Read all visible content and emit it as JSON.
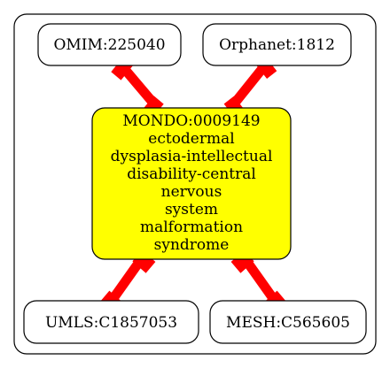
{
  "diagram": {
    "center_node": {
      "lines": [
        "MONDO:0009149",
        "ectodermal",
        "dysplasia-intellectual",
        "disability-central",
        "nervous",
        "system",
        "malformation",
        "syndrome"
      ],
      "fill_color": "#ffff00"
    },
    "nodes": {
      "omim": {
        "label": "OMIM:225040"
      },
      "orphanet": {
        "label": "Orphanet:1812"
      },
      "umls": {
        "label": "UMLS:C1857053"
      },
      "mesh": {
        "label": "MESH:C565605"
      }
    },
    "edge_color": "#ff0000",
    "node_fill": "#ffffff",
    "stroke_color": "#000000"
  }
}
